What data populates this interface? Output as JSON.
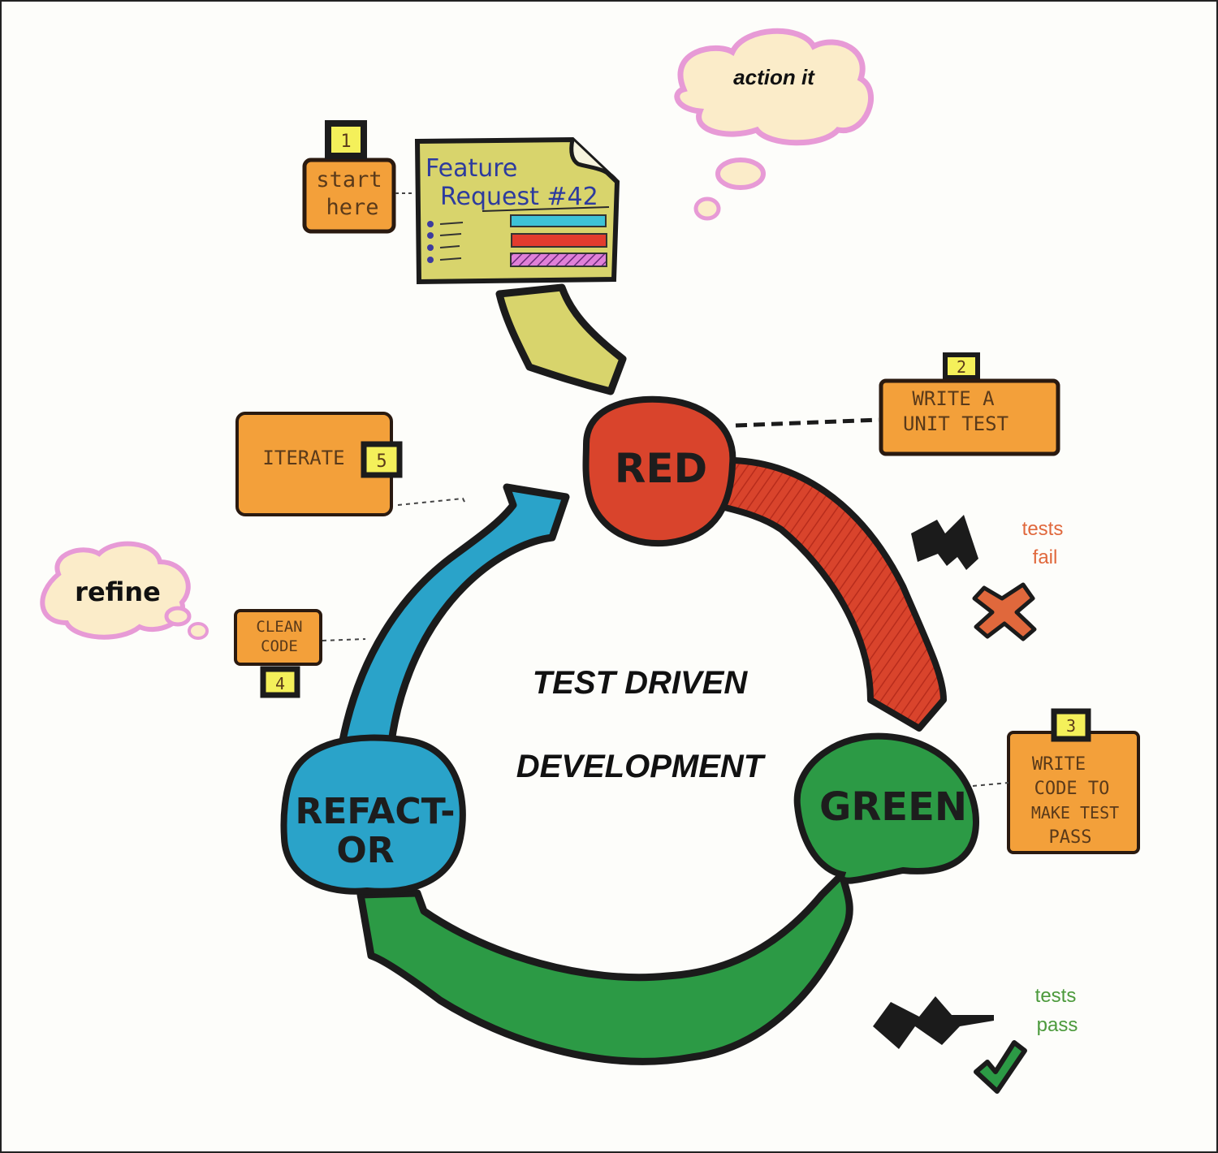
{
  "title": {
    "line1": "TEST DRIVEN",
    "line2": "DEVELOPMENT"
  },
  "thought_bubbles": {
    "action": "action it",
    "refine": "refine"
  },
  "feature_request": {
    "line1": "Feature",
    "line2": "Request #42"
  },
  "steps": {
    "start": {
      "number": "1",
      "line1": "start",
      "line2": "here"
    },
    "write_test": {
      "number": "2",
      "line1": "WRITE A",
      "line2": "UNIT TEST"
    },
    "write_code": {
      "number": "3",
      "line1": "WRITE",
      "line2": "CODE TO",
      "line3": "MAKE TEST",
      "line4": "PASS"
    },
    "clean_code": {
      "number": "4",
      "line1": "CLEAN",
      "line2": "CODE"
    },
    "iterate": {
      "number": "5",
      "label": "ITERATE"
    }
  },
  "nodes": {
    "red": "RED",
    "green": "GREEN",
    "refactor_line1": "REFACT-",
    "refactor_line2": "OR"
  },
  "outcomes": {
    "fail_line1": "tests",
    "fail_line2": "fail",
    "pass_line1": "tests",
    "pass_line2": "pass"
  },
  "colors": {
    "red": "#d9442c",
    "green": "#2c9a45",
    "blue": "#2aa3c9",
    "note_orange": "#f3a03a",
    "feature_yellow": "#d8d46c",
    "bubble_fill": "#fbecc9",
    "bubble_outline": "#e79ad6",
    "fail_text": "#e0683c",
    "pass_text": "#4c9a3c",
    "badge_yellow": "#f4f05a"
  }
}
